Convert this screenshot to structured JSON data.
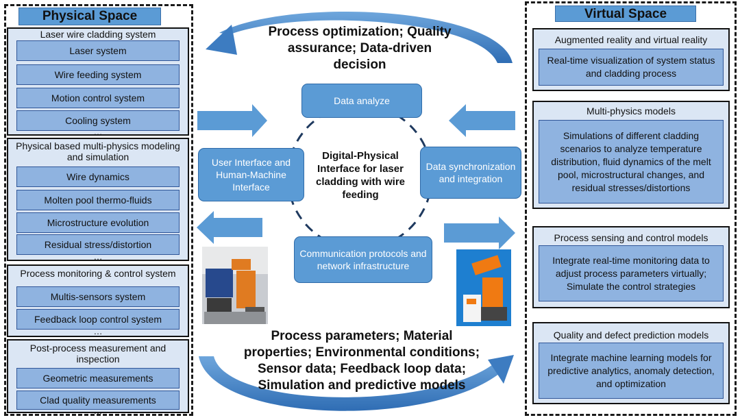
{
  "physical": {
    "title": "Physical Space",
    "groups": [
      {
        "title": "Laser wire cladding system",
        "items": [
          "Laser system",
          "Wire feeding system",
          "Motion control system",
          "Cooling system"
        ],
        "more": "…"
      },
      {
        "title": "Physical based multi-physics modeling and simulation",
        "items": [
          "Wire dynamics",
          "Molten pool thermo-fluids",
          "Microstructure evolution",
          "Residual stress/distortion"
        ],
        "more": "…"
      },
      {
        "title": "Process monitoring & control system",
        "items": [
          "Multis-sensors system",
          "Feedback loop control system"
        ],
        "more": "…"
      },
      {
        "title": "Post-process measurement and inspection",
        "items": [
          "Geometric measurements",
          "Clad quality measurements"
        ],
        "more": "…"
      }
    ]
  },
  "virtual": {
    "title": "Virtual Space",
    "groups": [
      {
        "title": "Augmented reality and virtual reality",
        "item": "Real-time visualization of system status and cladding process"
      },
      {
        "title": "Multi-physics models",
        "item": "Simulations of different cladding scenarios to analyze temperature distribution, fluid dynamics of the melt pool, microstructural changes, and residual stresses/distortions"
      },
      {
        "title": "Process sensing and control models",
        "item": "Integrate real-time monitoring data to adjust process parameters virtually; Simulate the control strategies"
      },
      {
        "title": "Quality and defect prediction models",
        "item": "Integrate machine learning models for predictive analytics, anomaly detection, and optimization"
      }
    ]
  },
  "center": {
    "top_text": "Process optimization; Quality assurance; Data-driven decision",
    "bottom_text": "Process parameters; Material properties; Environmental conditions; Sensor data; Feedback loop data; Simulation and predictive models",
    "core": "Digital-Physical Interface for laser cladding with wire feeding",
    "nodes": {
      "top": "Data analyze",
      "left": "User Interface and Human-Machine Interface",
      "right": "Data synchronization and integration",
      "bottom": "Communication protocols and network infrastructure"
    }
  },
  "colors": {
    "accent": "#5b9bd5",
    "item": "#8fb3e0",
    "group_bg": "#dbe6f4"
  }
}
